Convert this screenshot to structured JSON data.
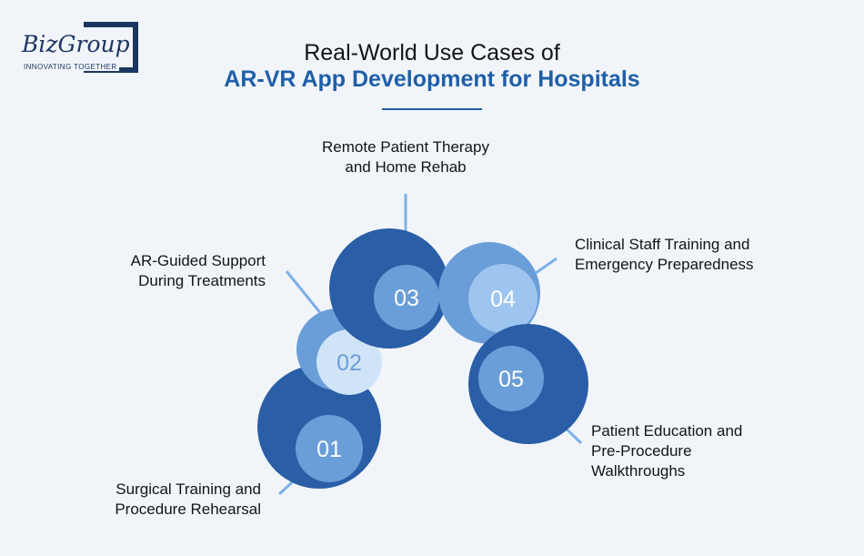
{
  "logo": {
    "brand": "BizGroup",
    "tagline": "INNOVATING TOGETHER"
  },
  "title": {
    "line1": "Real-World Use Cases of",
    "line2": "AR-VR App Development for Hospitals"
  },
  "colors": {
    "dark_blue": "#2a5ea6",
    "mid_blue": "#6a9ed8",
    "light_blue": "#9ec5ef",
    "accent": "#1f5fa8"
  },
  "use_cases": [
    {
      "number": "01",
      "line1": "Surgical Training and",
      "line2": "Procedure Rehearsal"
    },
    {
      "number": "02",
      "line1": "AR-Guided Support",
      "line2": "During Treatments"
    },
    {
      "number": "03",
      "line1": "Remote Patient Therapy",
      "line2": "and Home Rehab"
    },
    {
      "number": "04",
      "line1": "Clinical Staff Training and",
      "line2": "Emergency Preparedness"
    },
    {
      "number": "05",
      "line1": "Patient Education and",
      "line2": "Pre-Procedure",
      "line3": "Walkthroughs"
    }
  ]
}
